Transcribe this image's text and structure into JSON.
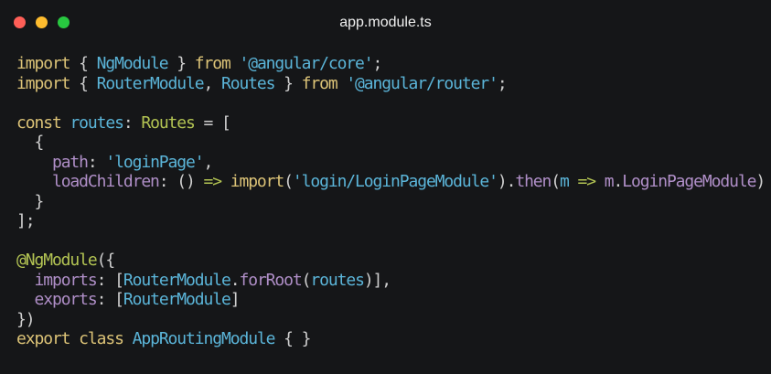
{
  "window": {
    "title": "app.module.ts",
    "dots": [
      {
        "name": "close",
        "color": "#ff5f57"
      },
      {
        "name": "minimize",
        "color": "#febc2e"
      },
      {
        "name": "maximize",
        "color": "#28c840"
      }
    ]
  },
  "code": [
    [
      [
        "import",
        "kw"
      ],
      [
        " { ",
        "pun"
      ],
      [
        "NgModule",
        "id"
      ],
      [
        " } ",
        "pun"
      ],
      [
        "from",
        "kw"
      ],
      [
        " ",
        "pun"
      ],
      [
        "'@angular/core'",
        "str"
      ],
      [
        ";",
        "pun"
      ]
    ],
    [
      [
        "import",
        "kw"
      ],
      [
        " { ",
        "pun"
      ],
      [
        "RouterModule",
        "id"
      ],
      [
        ", ",
        "pun"
      ],
      [
        "Routes",
        "id"
      ],
      [
        " } ",
        "pun"
      ],
      [
        "from",
        "kw"
      ],
      [
        " ",
        "pun"
      ],
      [
        "'@angular/router'",
        "str"
      ],
      [
        ";",
        "pun"
      ]
    ],
    [],
    [
      [
        "const",
        "kw"
      ],
      [
        " ",
        "pun"
      ],
      [
        "routes",
        "id"
      ],
      [
        ": ",
        "pun"
      ],
      [
        "Routes",
        "type"
      ],
      [
        " = [",
        "pun"
      ]
    ],
    [
      [
        "  {",
        "pun"
      ]
    ],
    [
      [
        "    ",
        "pun"
      ],
      [
        "path",
        "prop"
      ],
      [
        ": ",
        "pun"
      ],
      [
        "'loginPage'",
        "str"
      ],
      [
        ",",
        "pun"
      ]
    ],
    [
      [
        "    ",
        "pun"
      ],
      [
        "loadChildren",
        "prop"
      ],
      [
        ": () ",
        "pun"
      ],
      [
        "=>",
        "arrow"
      ],
      [
        " ",
        "pun"
      ],
      [
        "import",
        "kw"
      ],
      [
        "(",
        "pun"
      ],
      [
        "'login/LoginPageModule'",
        "str"
      ],
      [
        ").",
        "pun"
      ],
      [
        "then",
        "fn"
      ],
      [
        "(",
        "pun"
      ],
      [
        "m",
        "id"
      ],
      [
        " ",
        "pun"
      ],
      [
        "=>",
        "arrow"
      ],
      [
        " ",
        "pun"
      ],
      [
        "m",
        "prop"
      ],
      [
        ".",
        "pun"
      ],
      [
        "LoginPageModule",
        "prop"
      ],
      [
        ")",
        "pun"
      ]
    ],
    [
      [
        "  }",
        "pun"
      ]
    ],
    [
      [
        "];",
        "pun"
      ]
    ],
    [],
    [
      [
        "@NgModule",
        "dec"
      ],
      [
        "({",
        "pun"
      ]
    ],
    [
      [
        "  ",
        "pun"
      ],
      [
        "imports",
        "prop"
      ],
      [
        ": [",
        "pun"
      ],
      [
        "RouterModule",
        "id"
      ],
      [
        ".",
        "pun"
      ],
      [
        "forRoot",
        "fn"
      ],
      [
        "(",
        "pun"
      ],
      [
        "routes",
        "id"
      ],
      [
        ")],",
        "pun"
      ]
    ],
    [
      [
        "  ",
        "pun"
      ],
      [
        "exports",
        "prop"
      ],
      [
        ": [",
        "pun"
      ],
      [
        "RouterModule",
        "id"
      ],
      [
        "]",
        "pun"
      ]
    ],
    [
      [
        "})",
        "pun"
      ]
    ],
    [
      [
        "export",
        "kw"
      ],
      [
        " ",
        "pun"
      ],
      [
        "class",
        "kw"
      ],
      [
        " ",
        "pun"
      ],
      [
        "AppRoutingModule",
        "id"
      ],
      [
        " { }",
        "pun"
      ]
    ]
  ]
}
